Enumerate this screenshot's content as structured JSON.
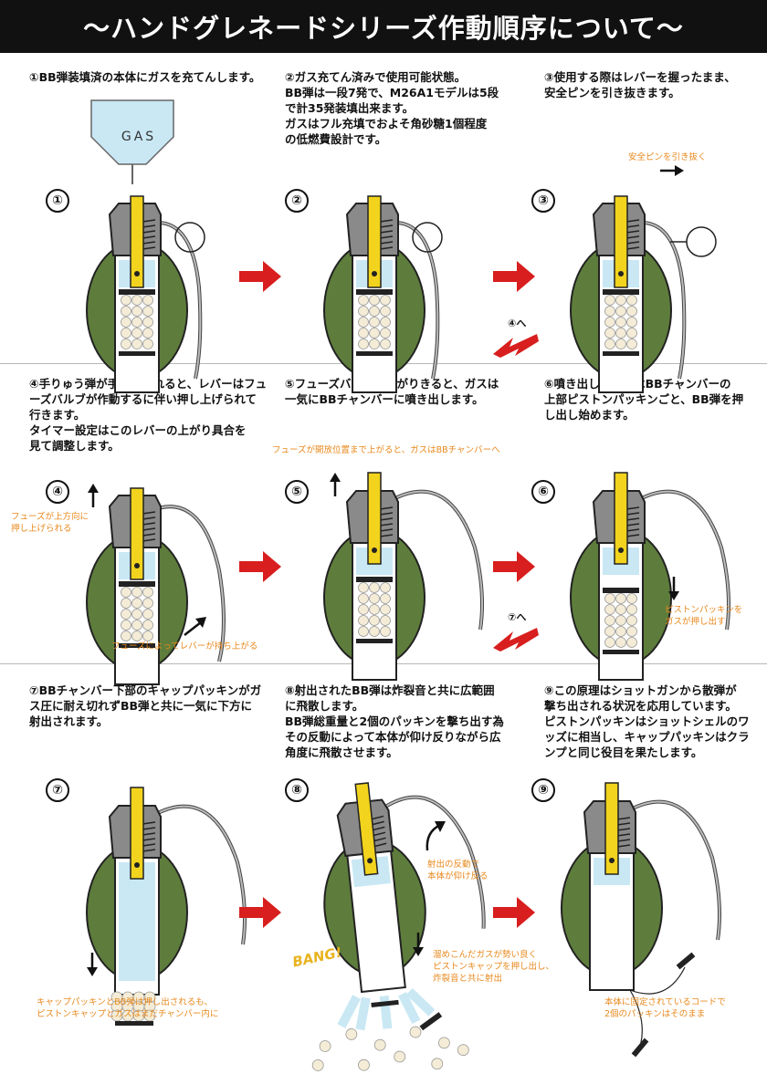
{
  "title": "〜ハンドグレネードシリーズ作動順序について〜",
  "colors": {
    "body": "#5e7d3c",
    "yellow": "#f2d31d",
    "gas": "#c9e8f4",
    "arrow": "#d81e1e",
    "note": "#e8891d",
    "metal": "#8a8a8a"
  },
  "steps": [
    {
      "num": "①",
      "text": "①BB弾装填済の本体にガスを充てんします。"
    },
    {
      "num": "②",
      "text": "②ガス充てん済みで使用可能状態。\nBB弾は一段7発で、M26A1モデルは5段\nで計35発装填出来ます。\n ガスはフル充填でおよそ角砂糖1個程度\nの低燃費設計です。"
    },
    {
      "num": "③",
      "text": "③使用する際はレバーを握ったまま、\n安全ピンを引き抜きます。"
    },
    {
      "num": "④",
      "text": "④手りゅう弾が手から離れると、レバーはフュ\nーズバルブが作動するに伴い押し上げられて\n行きます。\n タイマー設定はこのレバーの上がり具合を\n見て調整します。"
    },
    {
      "num": "⑤",
      "text": "⑤フューズバルブが上がりきると、ガスは\n一気にBBチャンバーに噴き出します。"
    },
    {
      "num": "⑥",
      "text": "⑥噴き出したガスはBBチャンバーの\n上部ピストンパッキンごと、BB弾を押\nし出し始めます。"
    },
    {
      "num": "⑦",
      "text": "⑦BBチャンバー下部のキャップパッキンがガ\nス圧に耐え切れずBB弾と共に一気に下方に\n射出されます。"
    },
    {
      "num": "⑧",
      "text": "⑧射出されたBB弾は炸裂音と共に広範囲\nに飛散します。\n BB弾総重量と2個のパッキンを撃ち出す為\nその反動によって本体が仰け反りながら広\n角度に飛散させます。"
    },
    {
      "num": "⑨",
      "text": "⑨この原理はショットガンから散弾が\n撃ち出される状況を応用しています。\n ピストンパッキンはショットシェルのワ\nッズに相当し、キャップパッキンはクラ\nンプと同じ役目を果たします。"
    }
  ],
  "labels": {
    "gas": "GAS",
    "pin_note": "安全ピンを引き抜く",
    "to4": "④へ",
    "to7": "⑦へ",
    "fuse_up": "フューズが上方向に\n押し上げられる",
    "lever_up": "フューズによってレバーが持ち上がる",
    "valve_open": "フューズが開放位置まで上がると、ガスはBBチャンバーへ",
    "piston_push": "ピストンパッキンを\nガスが押し出す",
    "cap_note": "キャップパッキンとBB弾は押し出されるも、\nピストンキャップとガスはまだチャンバー内に",
    "recoil": "射出の反動で\n本体が仰け反る",
    "gas_push": "溜めこんだガスが勢い良く\nピストンキャップを押し出し、\n炸裂音と共に射出",
    "bang": "BANG!",
    "cord": "本体に固定されているコードで\n2個のパッキンはそのまま"
  }
}
